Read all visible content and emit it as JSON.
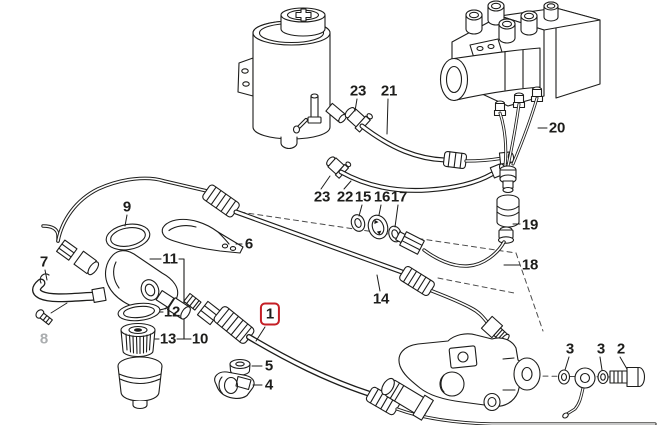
{
  "colors": {
    "ink": "#1d1d1b",
    "background": "#ffffff",
    "highlight_red": "#c41e25",
    "muted_gray": "#aaadaf"
  },
  "callouts": [
    {
      "ref": "23",
      "label": "23"
    },
    {
      "ref": "21",
      "label": "21"
    },
    {
      "ref": "20",
      "label": "20"
    },
    {
      "ref": "23",
      "label": "23"
    },
    {
      "ref": "22",
      "label": "22"
    },
    {
      "ref": "15",
      "label": "15"
    },
    {
      "ref": "16",
      "label": "16"
    },
    {
      "ref": "17",
      "label": "17"
    },
    {
      "ref": "9",
      "label": "9"
    },
    {
      "ref": "6",
      "label": "6"
    },
    {
      "ref": "7",
      "label": "7"
    },
    {
      "ref": "11",
      "label": "11"
    },
    {
      "ref": "19",
      "label": "19"
    },
    {
      "ref": "18",
      "label": "18"
    },
    {
      "ref": "12",
      "label": "12"
    },
    {
      "ref": "13",
      "label": "13"
    },
    {
      "ref": "10",
      "label": "10"
    },
    {
      "ref": "1",
      "label": "1",
      "selected": true
    },
    {
      "ref": "14",
      "label": "14"
    },
    {
      "ref": "8",
      "label": "8",
      "muted": true
    },
    {
      "ref": "5",
      "label": "5"
    },
    {
      "ref": "4",
      "label": "4"
    },
    {
      "ref": "3",
      "label": "3"
    },
    {
      "ref": "3",
      "label": "3"
    },
    {
      "ref": "2",
      "label": "2"
    }
  ]
}
